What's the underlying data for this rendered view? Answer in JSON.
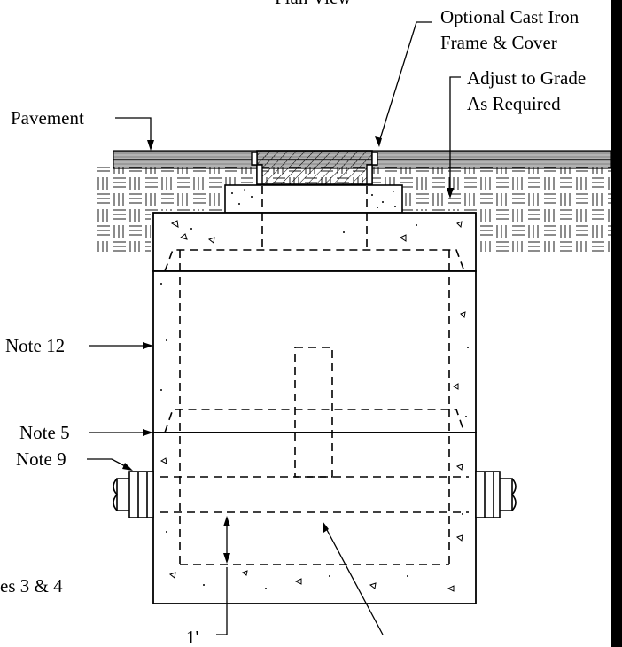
{
  "labels": {
    "plan_view": "Plan View",
    "cover": [
      "Optional Cast Iron",
      "Frame & Cover"
    ],
    "grade": [
      "Adjust to Grade",
      "As Required"
    ],
    "pavement": "Pavement",
    "note12": "Note 12",
    "note5": "Note 5",
    "note9": "Note 9",
    "notes34": "es 3 & 4",
    "one_foot": "1'"
  },
  "colors": {
    "line": "#000000",
    "background": "#ffffff"
  }
}
